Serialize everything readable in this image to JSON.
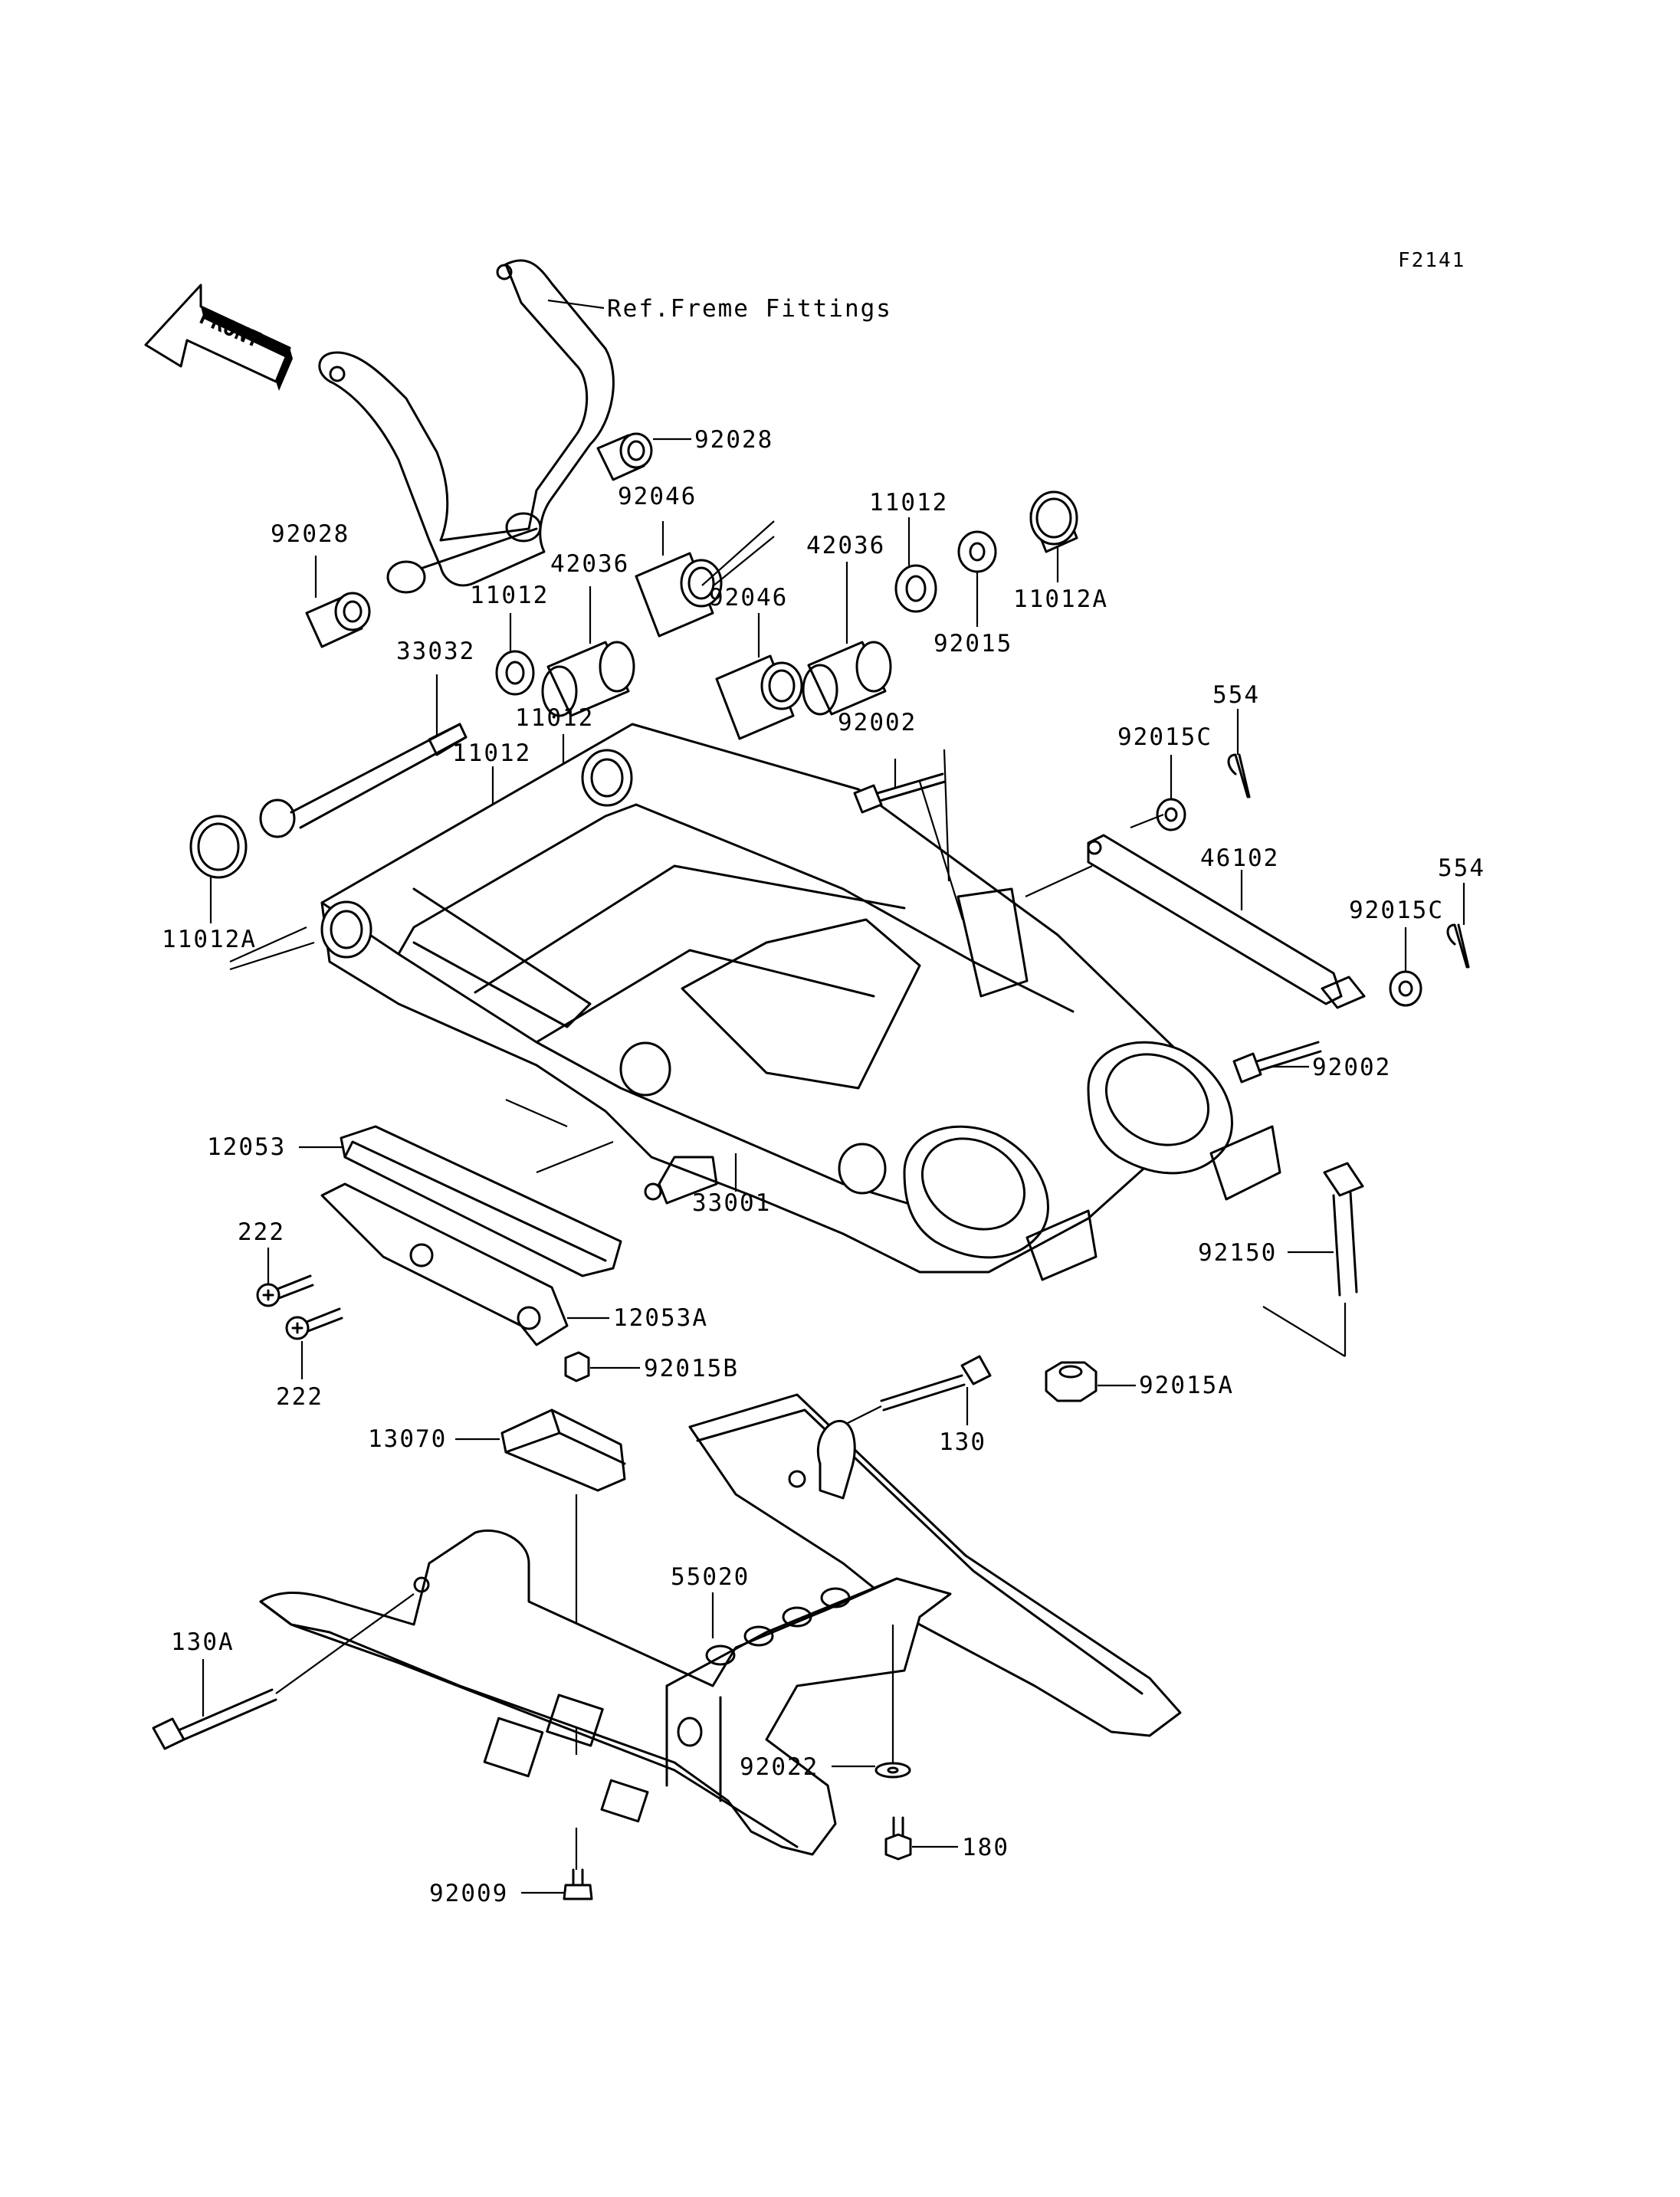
{
  "figure_code": "F2141",
  "front_badge": "FRONT",
  "ref_note": "Ref.Freme Fittings",
  "callouts": {
    "c92028_top": "92028",
    "c92028_left": "92028",
    "c92046_top": "92046",
    "c92046_mid": "92046",
    "c42036_left": "42036",
    "c42036_right": "42036",
    "c11012_top": "11012",
    "c11012_a": "11012",
    "c11012_b": "11012",
    "c11012_c": "11012",
    "c11012A_right": "11012A",
    "c11012A_left": "11012A",
    "c92015": "92015",
    "c33032": "33032",
    "c92002_top": "92002",
    "c92002_right": "92002",
    "c92015C_top": "92015C",
    "c92015C_right": "92015C",
    "c554_top": "554",
    "c554_right": "554",
    "c46102": "46102",
    "c12053": "12053",
    "c12053A": "12053A",
    "c33001": "33001",
    "c222_top": "222",
    "c222_bottom": "222",
    "c92150": "92150",
    "c92015B": "92015B",
    "c92015A": "92015A",
    "c13070": "13070",
    "c130": "130",
    "c130A": "130A",
    "c55020": "55020",
    "c92022": "92022",
    "c180": "180",
    "c92009": "92009"
  }
}
